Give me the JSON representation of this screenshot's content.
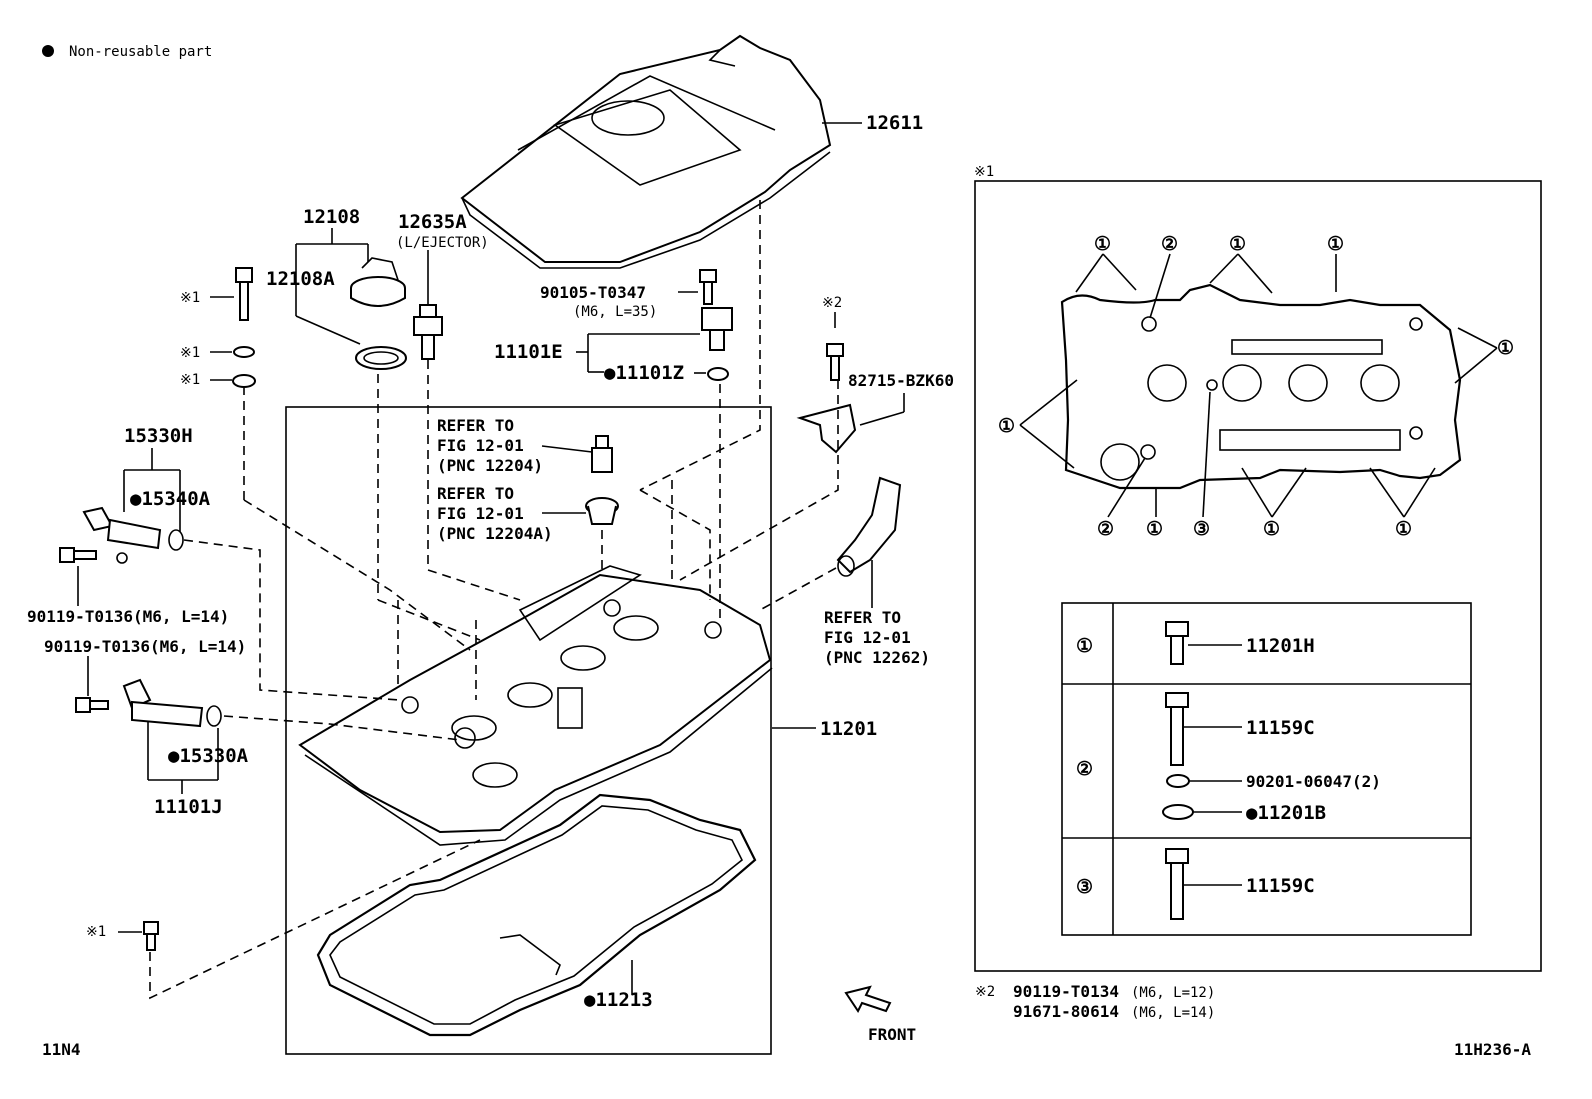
{
  "legend": {
    "marker": "●",
    "text": "Non-reusable part"
  },
  "labels": {
    "p12611": "12611",
    "p12108": "12108",
    "p12108A": "12108A",
    "p12635A": "12635A",
    "p12635A_sub": "(L/EJECTOR)",
    "p90105": "90105-T0347",
    "p90105_sub": "(M6, L=35)",
    "p11101E": "11101E",
    "p11101Z": "●11101Z",
    "ref1_l1": "REFER TO",
    "ref1_l2": "FIG 12-01",
    "ref1_l3": "(PNC 12204)",
    "ref2_l1": "REFER TO",
    "ref2_l2": "FIG 12-01",
    "ref2_l3": "(PNC 12204A)",
    "ref3_l1": "REFER TO",
    "ref3_l2": "FIG 12-01",
    "ref3_l3": "(PNC 12262)",
    "star1_a": "※1",
    "star1_b": "※1",
    "star1_c": "※1",
    "star1_d": "※1",
    "star2": "※2",
    "p82715": "82715-BZK60",
    "p15330H": "15330H",
    "p15340A": "●15340A",
    "p90119a": "90119-T0136(M6, L=14)",
    "p90119b": "90119-T0136(M6, L=14)",
    "p15330A": "●15330A",
    "p11101J": "11101J",
    "p11201": "11201",
    "p11213": "●11213",
    "front": "FRONT",
    "code_left": "11N4",
    "code_right": "11H236-A"
  },
  "inset": {
    "title": "※1",
    "c1": "①",
    "c2": "②",
    "c3": "③",
    "table": [
      {
        "key": "①",
        "parts": [
          "11201H"
        ]
      },
      {
        "key": "②",
        "parts": [
          "11159C",
          "90201-06047(2)",
          "●11201B"
        ]
      },
      {
        "key": "③",
        "parts": [
          "11159C"
        ]
      }
    ]
  },
  "footnote": {
    "mark": "※2",
    "line1_part": "90119-T0134",
    "line1_spec": "(M6, L=12)",
    "line2_part": "91671-80614",
    "line2_spec": "(M6, L=14)"
  }
}
